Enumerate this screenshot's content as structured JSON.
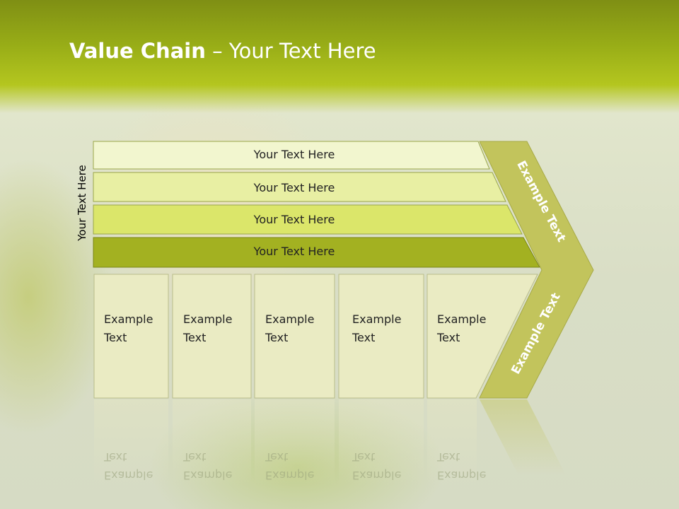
{
  "slide": {
    "title_bold": "Value Chain",
    "title_rest": " – Your Text Here",
    "vertical_label": "Your Text Here"
  },
  "bars": [
    {
      "label": "Your Text Here"
    },
    {
      "label": "Your Text Here"
    },
    {
      "label": "Your Text Here"
    },
    {
      "label": "Your Text Here"
    }
  ],
  "columns": [
    {
      "line1": "Example",
      "line2": "Text"
    },
    {
      "line1": "Example",
      "line2": "Text"
    },
    {
      "line1": "Example",
      "line2": "Text"
    },
    {
      "line1": "Example",
      "line2": "Text"
    },
    {
      "line1": "Example",
      "line2": "Text"
    }
  ],
  "chevron": {
    "upper_text": "Example Text",
    "lower_text": "Example Text"
  },
  "colors": {
    "header": "#98ad17",
    "chevron": "#c2c45c",
    "bar_dark": "#a3b121",
    "box_fill": "#eaebc3"
  }
}
